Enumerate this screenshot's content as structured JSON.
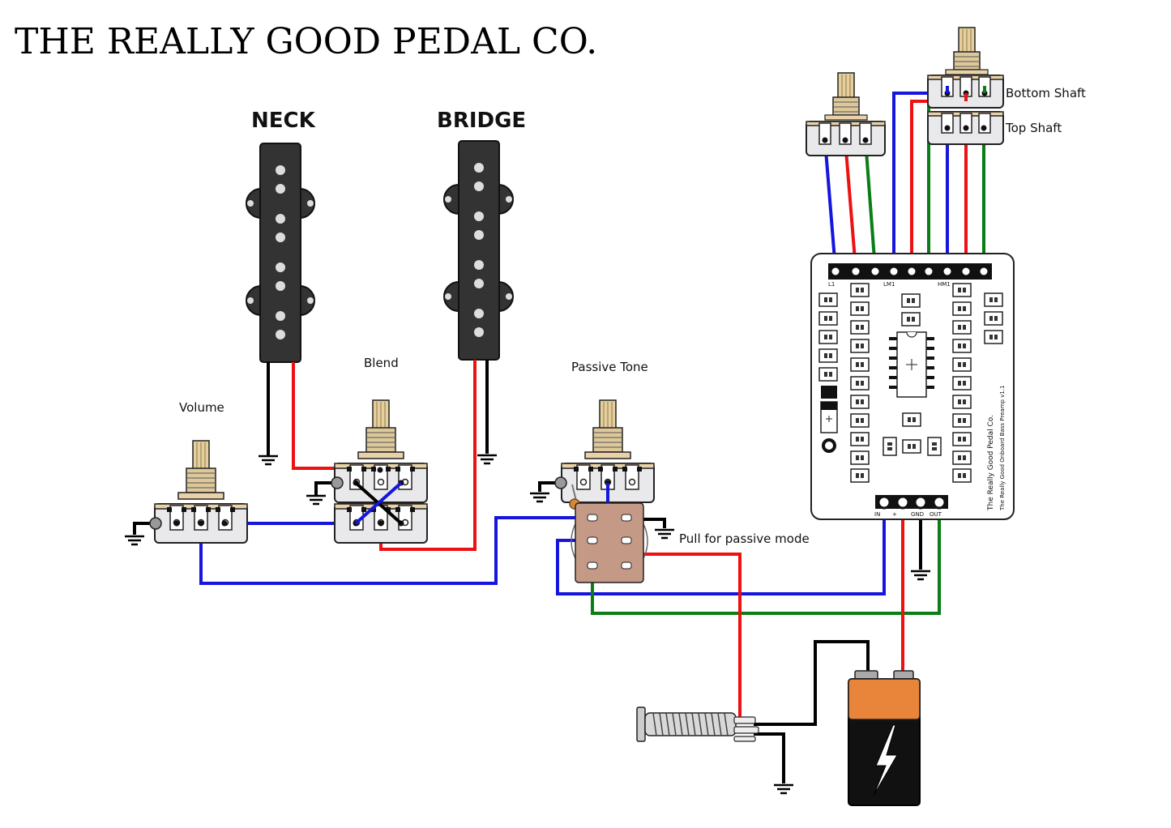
{
  "brand": {
    "title": "THE REALLY GOOD PEDAL CO."
  },
  "pickups": {
    "neck_label": "NECK",
    "bridge_label": "BRIDGE"
  },
  "controls": {
    "volume_label": "Volume",
    "blend_label": "Blend",
    "passive_tone_label": "Passive Tone",
    "pull_label": "Pull for passive mode",
    "bottom_shaft_label": "Bottom Shaft",
    "top_shaft_label": "Top Shaft"
  },
  "pcb": {
    "name_line1": "The Really Good Pedal Co.",
    "name_line2": "The Really Good Onboard Bass Preamp v1.1",
    "top_pad_labels": [
      "L1",
      "LM1",
      "HM1"
    ],
    "bottom_pad_labels": [
      "IN",
      "+",
      "GND",
      "OUT"
    ]
  },
  "colors": {
    "wire_black": "#000000",
    "wire_red": "#ee1111",
    "wire_blue": "#1515dd",
    "wire_green": "#0a7d14",
    "battery_orange": "#e8853a",
    "tone_switch": "#c49a86"
  }
}
